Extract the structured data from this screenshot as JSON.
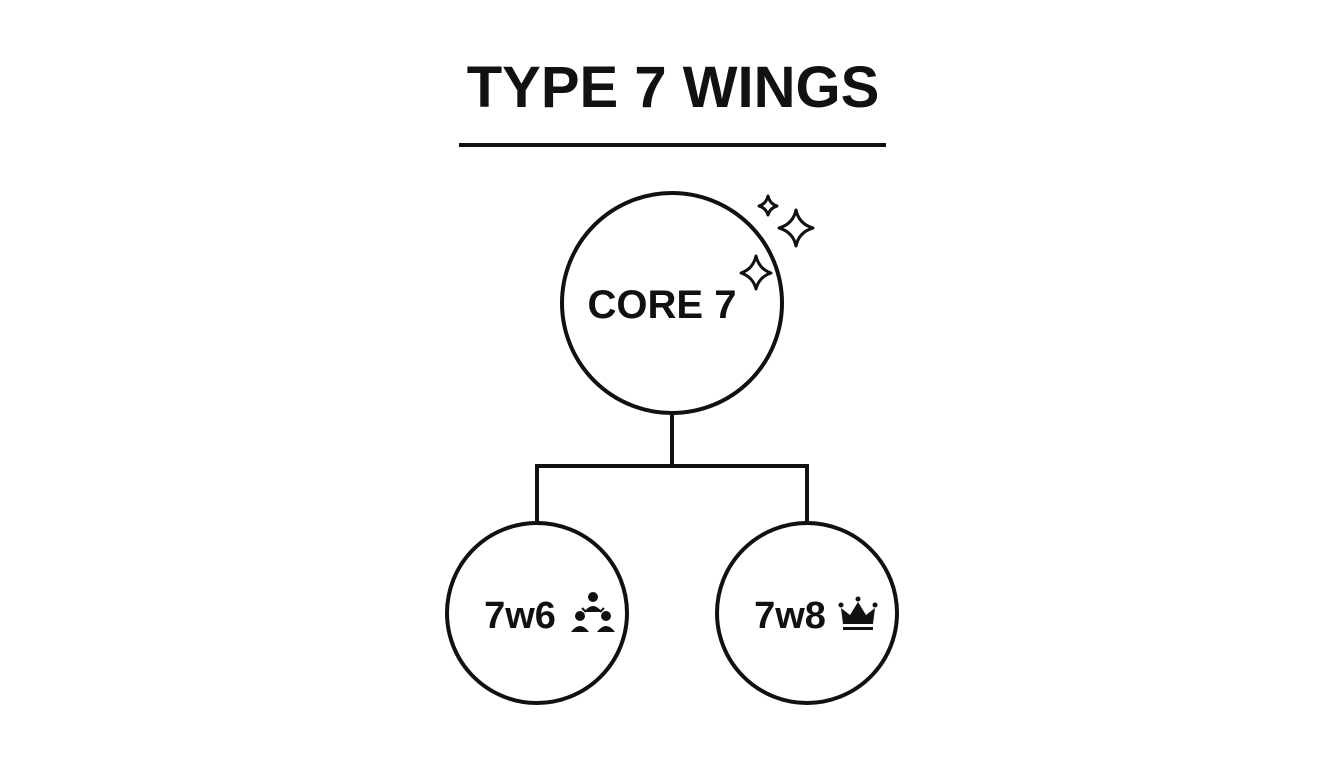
{
  "title": "TYPE 7 WINGS",
  "core": {
    "label": "CORE 7",
    "icon": "sparkles-icon"
  },
  "wings": [
    {
      "label": "7w6",
      "icon": "people-network-icon"
    },
    {
      "label": "7w8",
      "icon": "crown-icon"
    }
  ],
  "colors": {
    "stroke": "#111111",
    "background": "#ffffff"
  }
}
